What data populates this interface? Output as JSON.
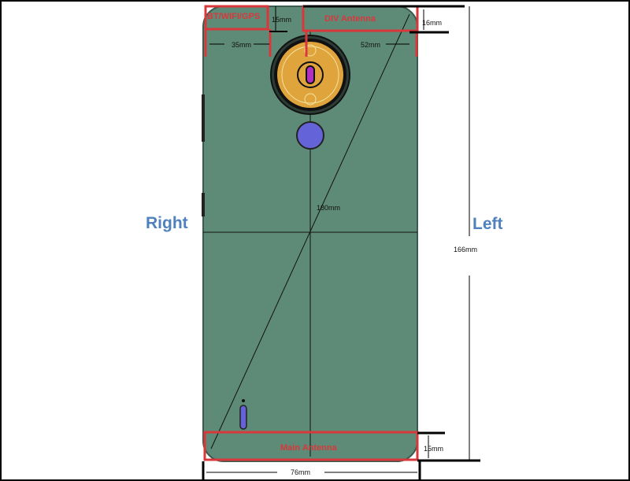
{
  "labels": {
    "right": "Right",
    "left": "Left",
    "bt_antenna": "BT/WIFI/GPS",
    "div_antenna": "DIV Antenna",
    "main_antenna": "Main Antenna"
  },
  "dimensions": {
    "bt_height": "15mm",
    "div_height": "16mm",
    "bt_width": "35mm",
    "div_width": "52mm",
    "diagonal": "180mm",
    "height": "166mm",
    "main_height": "15mm",
    "width": "76mm"
  },
  "colors": {
    "phone_body": "#5e8a78",
    "antenna_outline": "#d9383a",
    "side_label": "#4f81bd",
    "camera_ring": "#e0a43c",
    "sensor": "#6464d8"
  }
}
